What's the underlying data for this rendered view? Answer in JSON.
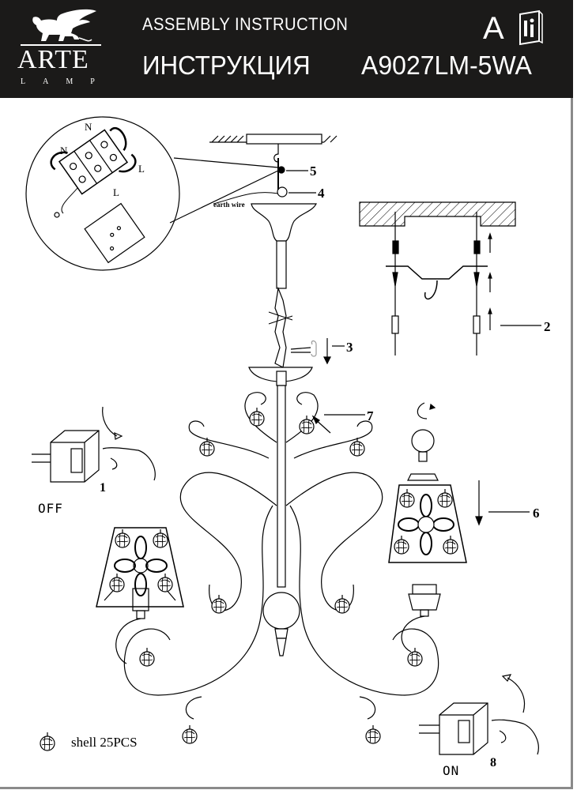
{
  "header": {
    "brand": "ARTE",
    "brand_sub": "LAMP",
    "title_en": "ASSEMBLY INSTRUCTION",
    "title_ru": "ИНСТРУКЦИЯ",
    "model": "A9027LM-5WA",
    "language_code": "A",
    "manual_icon": "manual-book-icon"
  },
  "diagram": {
    "wiring_labels": {
      "neutral": "N",
      "live": "L"
    },
    "earth_wire_label": "earth wire",
    "steps": [
      {
        "number": "1",
        "caption": "OFF",
        "description": "switch off power"
      },
      {
        "number": "2",
        "description": "mount ceiling bracket"
      },
      {
        "number": "3",
        "description": "attach chain hook"
      },
      {
        "number": "4",
        "description": "connect earth wire"
      },
      {
        "number": "5",
        "description": "connect terminal block"
      },
      {
        "number": "6",
        "description": "fit bulb and shade"
      },
      {
        "number": "7",
        "description": "hang shells"
      },
      {
        "number": "8",
        "caption": "ON",
        "description": "switch on power"
      }
    ],
    "parts_note": "shell 25PCS"
  }
}
